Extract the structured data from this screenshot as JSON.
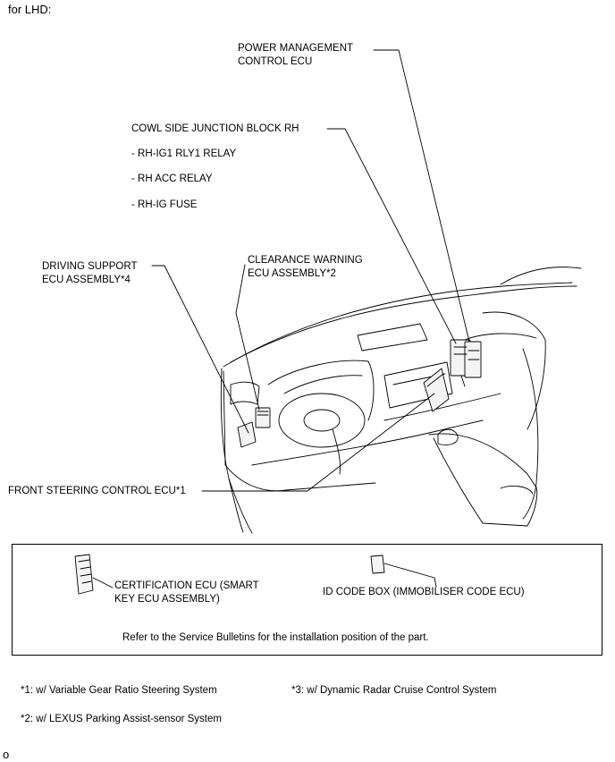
{
  "header": {
    "title": "for LHD:"
  },
  "callouts": {
    "power_mgmt": "POWER MANAGEMENT\nCONTROL ECU",
    "cowl_side": "COWL SIDE JUNCTION BLOCK RH",
    "cowl_items": [
      "- RH-IG1 RLY1 RELAY",
      "- RH ACC RELAY",
      "- RH-IG FUSE"
    ],
    "driving_support": "DRIVING SUPPORT\nECU ASSEMBLY*4",
    "clearance_warning": "CLEARANCE WARNING\nECU ASSEMBLY*2",
    "front_steering": "FRONT STEERING CONTROL ECU*1"
  },
  "inset": {
    "certification": "CERTIFICATION ECU (SMART\nKEY ECU ASSEMBLY)",
    "id_code_box": "ID CODE BOX (IMMOBILISER CODE ECU)",
    "note": "Refer to the Service Bulletins for the installation position of the part."
  },
  "footnotes": {
    "n1": "*1: w/ Variable Gear Ratio Steering System",
    "n2": "*2: w/ LEXUS Parking Assist-sensor System",
    "n3": "*3: w/ Dynamic Radar Cruise Control System"
  },
  "page_marker": "o"
}
